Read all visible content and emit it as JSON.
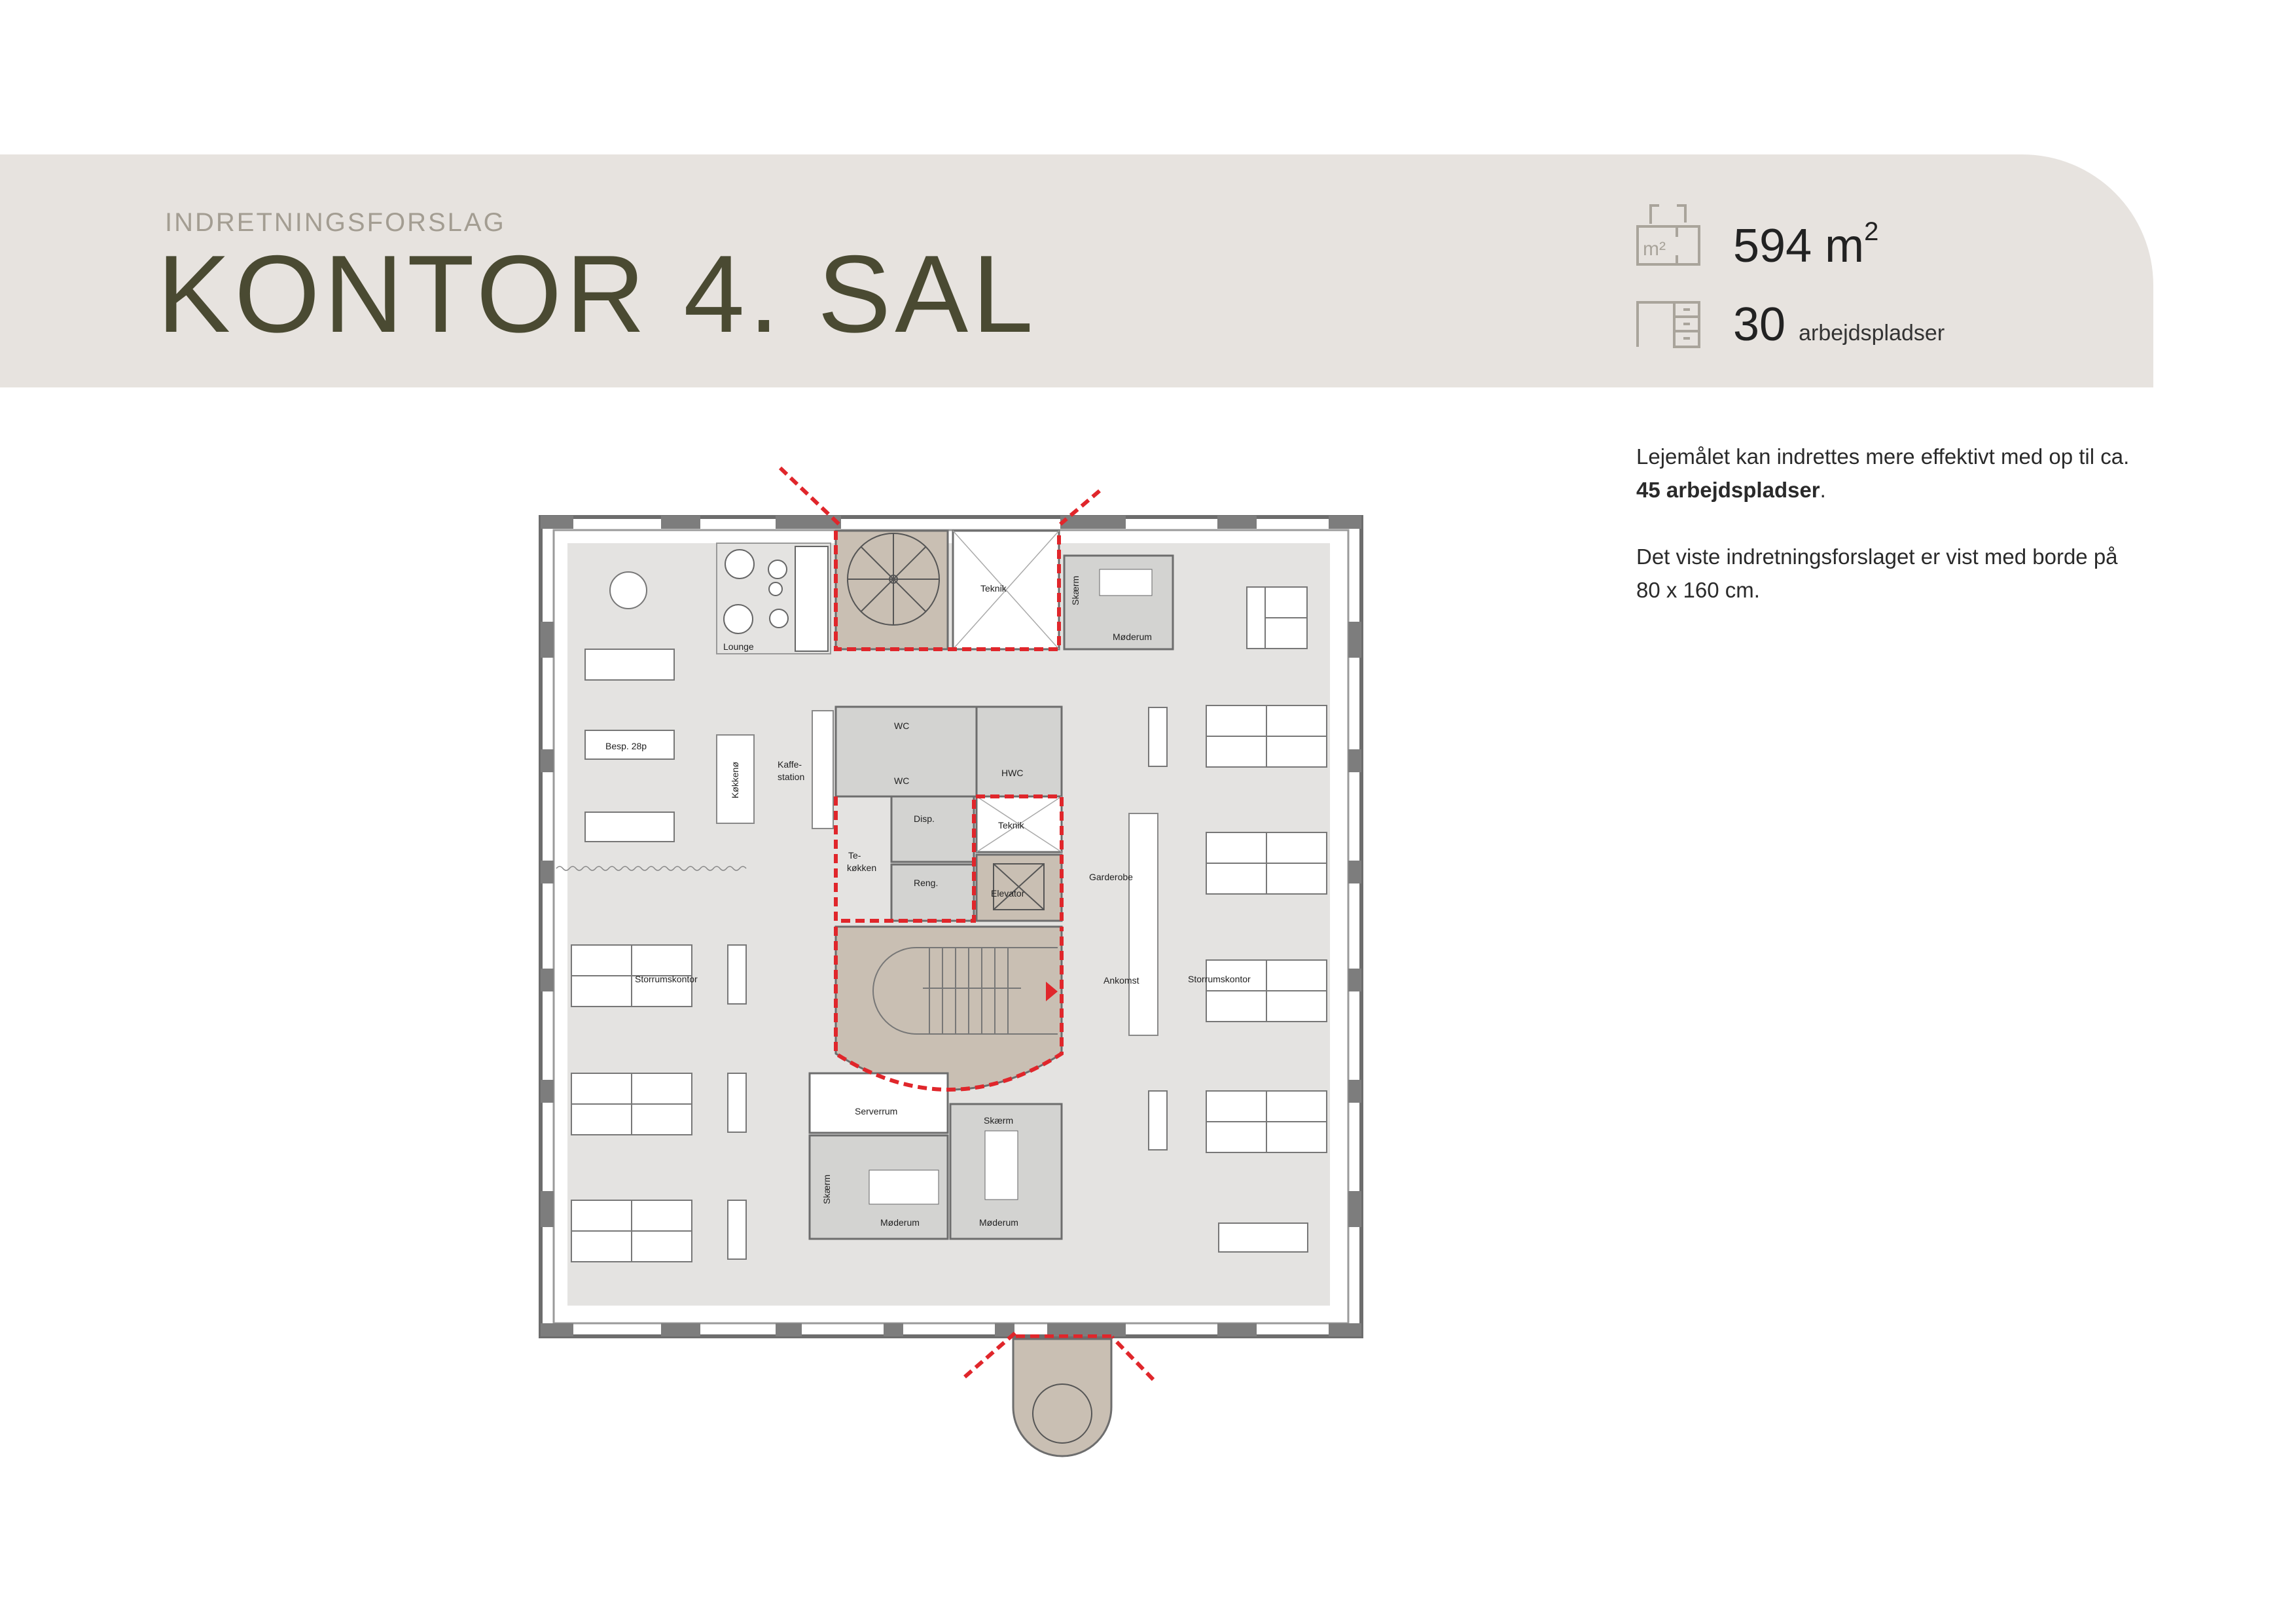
{
  "header": {
    "eyebrow": "INDRETNINGSFORSLAG",
    "title": "KONTOR 4. SAL"
  },
  "stats": {
    "area_value": "594 m",
    "area_sup": "2",
    "area_icon": "floor-plan-m2-icon",
    "workstations_value": "30",
    "workstations_unit": "arbejdspladser",
    "workstations_icon": "desk-icon"
  },
  "description": {
    "p1_text": "Lejemålet kan indrettes mere effektivt med op til ca. ",
    "p1_bold": "45 arbejdspladser",
    "p1_end": ".",
    "p2": "Det viste indretningsforslaget er vist med borde på 80 x 160 cm."
  },
  "plan": {
    "labels": {
      "lounge": "Lounge",
      "teknik_top": "Teknik",
      "skaerm_top": "Skærm",
      "moderum_top": "Møderum",
      "besp": "Besp. 28p",
      "kokkeno": "Køkkenø",
      "kaffe1": "Kaffe-",
      "kaffe2": "station",
      "wc1": "WC",
      "wc2": "WC",
      "hwc": "HWC",
      "disp": "Disp.",
      "teknik_mid": "Teknik",
      "te1": "Te-",
      "te2": "køkken",
      "reng": "Reng.",
      "elevator": "Elevator",
      "garderobe": "Garderobe",
      "storrum_left": "Storrumskontor",
      "storrum_right": "Storrumskontor",
      "ankomst": "Ankomst",
      "serverrum": "Serverrum",
      "skaerm_bl": "Skærm",
      "skaerm_br": "Skærm",
      "moderum_bl": "Møderum",
      "moderum_br": "Møderum"
    },
    "colors": {
      "floor": "#e4e3e1",
      "core": "#c9bfb3",
      "room": "#d3d3d1",
      "fire_line": "#e0262b",
      "wall": "#6d6d6d"
    }
  }
}
